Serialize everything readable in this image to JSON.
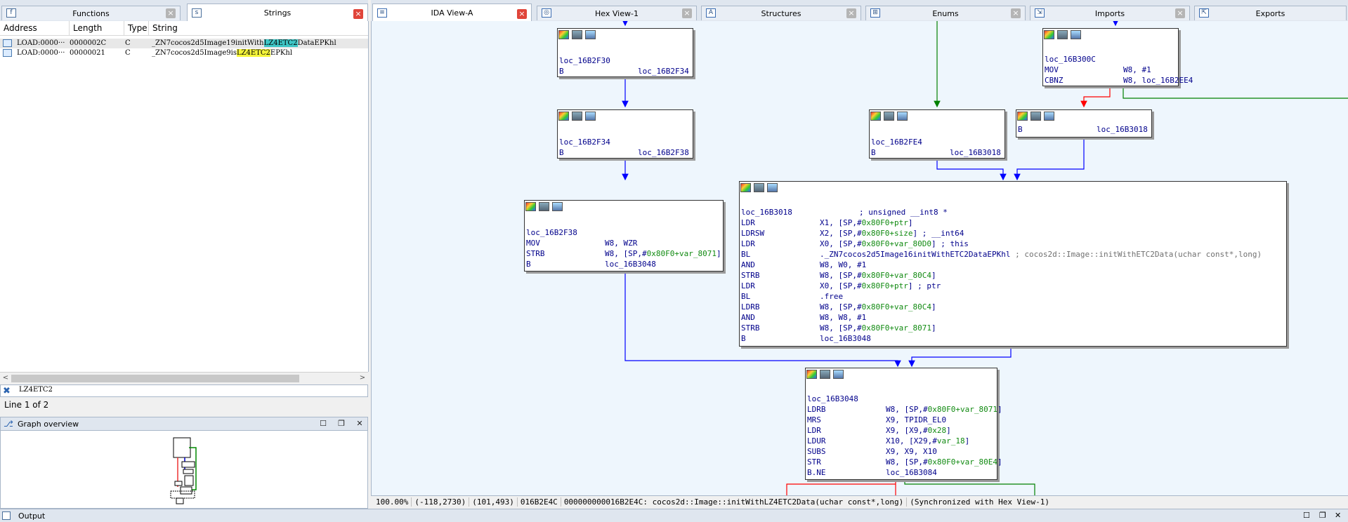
{
  "left_tabs": [
    {
      "label": "Functions",
      "icon": "f"
    },
    {
      "label": "Strings",
      "icon": "s"
    }
  ],
  "strings_window": {
    "columns": [
      "Address",
      "Length",
      "Type",
      "String"
    ],
    "rows": [
      {
        "address": "LOAD:0000···",
        "length": "0000002C",
        "type": "C",
        "prefix": "_ZN7cocos2d5Image19initWith",
        "match": "LZ4ETC2",
        "suffix": "DataEPKhl"
      },
      {
        "address": "LOAD:0000···",
        "length": "00000021",
        "type": "C",
        "prefix": "_ZN7cocos2d5Image9is",
        "match": "LZ4ETC2",
        "suffix": "EPKhl"
      }
    ],
    "filter_value": "LZ4ETC2",
    "line_count": "Line 1 of 2"
  },
  "graph_overview": {
    "title": "Graph overview"
  },
  "right_tabs": [
    {
      "label": "IDA View-A",
      "icon": "ida-view-icon"
    },
    {
      "label": "Hex View-1",
      "icon": "hex-icon"
    },
    {
      "label": "Structures",
      "icon": "structures-icon"
    },
    {
      "label": "Enums",
      "icon": "enums-icon"
    },
    {
      "label": "Imports",
      "icon": "imports-icon"
    },
    {
      "label": "Exports",
      "icon": "exports-icon"
    }
  ],
  "nodes": {
    "n1": {
      "label": "loc_16B2F30",
      "lines": [
        {
          "m": "B",
          "o": "loc_16B2F34"
        }
      ]
    },
    "n2": {
      "label": "loc_16B2F34",
      "lines": [
        {
          "m": "B",
          "o": "loc_16B2F38"
        }
      ]
    },
    "n3": {
      "label": "loc_16B2F38",
      "lines": [
        {
          "m": "MOV",
          "o": "W8, WZR"
        },
        {
          "m": "STRB",
          "o1": "W8, [SP,#",
          "o2": "0x80F0+var_8071",
          "o3": "]"
        },
        {
          "m": "B",
          "o": "loc_16B3048"
        }
      ]
    },
    "n4": {
      "label": "loc_16B2FE4",
      "lines": [
        {
          "m": "B",
          "o": "loc_16B3018"
        }
      ]
    },
    "n5": {
      "label": "",
      "lines": [
        {
          "m": "B",
          "o": "loc_16B3018"
        }
      ]
    },
    "n6": {
      "label": "loc_16B300C",
      "lines": [
        {
          "m": "MOV",
          "o": "W8, #1"
        },
        {
          "m": "CBNZ",
          "o": "W8, loc_16B2EE4"
        }
      ]
    },
    "n7": {
      "label": "loc_16B3018",
      "label_comment": "; unsigned __int8 *",
      "lines": [
        {
          "m": "LDR",
          "o1": "X1, [SP,#",
          "o2": "0x80F0+ptr",
          "o3": "]"
        },
        {
          "m": "LDRSW",
          "o1": "X2, [SP,#",
          "o2": "0x80F0+size",
          "o3": "] ; __int64"
        },
        {
          "m": "LDR",
          "o1": "X0, [SP,#",
          "o2": "0x80F0+var_80D0",
          "o3": "] ; this"
        },
        {
          "m": "BL",
          "o": "._ZN7cocos2d5Image16initWithETC2DataEPKhl",
          "c": "; cocos2d::Image::initWithETC2Data(uchar const*,long)"
        },
        {
          "m": "AND",
          "o": "W8, W0, #1"
        },
        {
          "m": "STRB",
          "o1": "W8, [SP,#",
          "o2": "0x80F0+var_80C4",
          "o3": "]"
        },
        {
          "m": "LDR",
          "o1": "X0, [SP,#",
          "o2": "0x80F0+ptr",
          "o3": "] ; ptr"
        },
        {
          "m": "BL",
          "o": ".free"
        },
        {
          "m": "LDRB",
          "o1": "W8, [SP,#",
          "o2": "0x80F0+var_80C4",
          "o3": "]"
        },
        {
          "m": "AND",
          "o": "W8, W8, #1"
        },
        {
          "m": "STRB",
          "o1": "W8, [SP,#",
          "o2": "0x80F0+var_8071",
          "o3": "]"
        },
        {
          "m": "B",
          "o": "loc_16B3048"
        }
      ]
    },
    "n8": {
      "label": "loc_16B3048",
      "lines": [
        {
          "m": "LDRB",
          "o1": "W8, [SP,#",
          "o2": "0x80F0+var_8071",
          "o3": "]"
        },
        {
          "m": "MRS",
          "o": "X9, TPIDR_EL0"
        },
        {
          "m": "LDR",
          "o1": "X9, [X9,#",
          "o2": "0x28",
          "o3": "]"
        },
        {
          "m": "LDUR",
          "o1": "X10, [X29,#",
          "o2": "var_18",
          "o3": "]"
        },
        {
          "m": "SUBS",
          "o": "X9, X9, X10"
        },
        {
          "m": "STR",
          "o1": "W8, [SP,#",
          "o2": "0x80F0+var_80E4",
          "o3": "]"
        },
        {
          "m": "B.NE",
          "o": "loc_16B3084"
        }
      ]
    }
  },
  "status": {
    "zoom": "100.00%",
    "coords": "(-118,2730)",
    "mouse": "(101,493)",
    "offset": "016B2E4C",
    "address_info": "000000000016B2E4C: cocos2d::Image::initWithLZ4ETC2Data(uchar const*,long)",
    "sync": "(Synchronized with Hex View-1)"
  },
  "output": {
    "title": "Output"
  },
  "colors": {
    "edge_blue": "#0000ff",
    "edge_green": "#008000",
    "edge_red": "#ff0000",
    "graph_bg": "#eef6fd"
  }
}
